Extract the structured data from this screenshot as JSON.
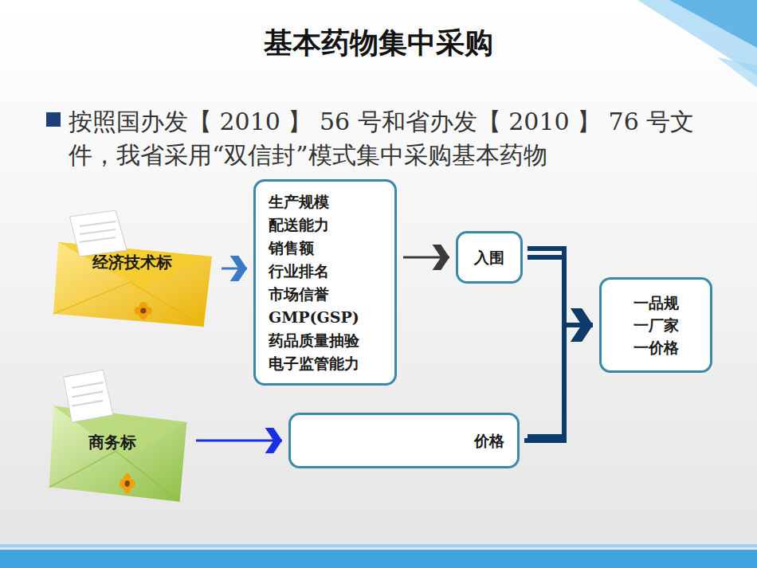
{
  "diagram": {
    "title": "基本药物集中采购",
    "nodes": [
      {
        "text": [
          "经济技术标"
        ]
      },
      {
        "text": [
          "生产规模",
          "配送能力",
          "销售额",
          "行业排名",
          "市场信誉",
          "GMP(GSP)",
          "药品质量抽验",
          "电子监管能力"
        ]
      },
      {
        "text": [
          "入围"
        ]
      },
      {
        "text": [
          "一品规",
          "一厂家",
          "一价格"
        ]
      },
      {
        "text": [
          "商务标"
        ]
      },
      {
        "text": [
          "价格"
        ]
      }
    ],
    "edges": [
      {
        "from": 0,
        "to": 1,
        "arrow": "to"
      },
      {
        "from": 1,
        "to": 2,
        "arrow": "to"
      },
      {
        "from": 4,
        "to": 5,
        "arrow": "to"
      },
      {
        "from": 2,
        "to": 3,
        "arrow": "to"
      },
      {
        "from": 5,
        "to": 3,
        "arrow": "to"
      }
    ],
    "labels": [
      "按照国办发【 2010 】 56 号和省办发【 2010 】 76 号文件，我省采用“双信封”模式集中采购基本药物"
    ]
  }
}
